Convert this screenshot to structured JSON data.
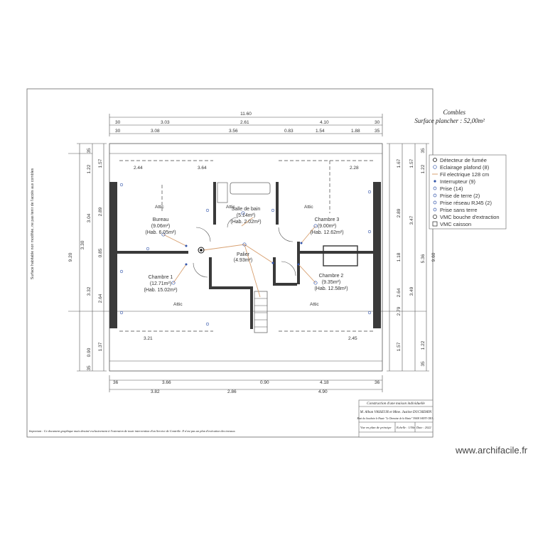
{
  "title": {
    "line1": "Combles",
    "line2": "Surface plancher : 52,00m²"
  },
  "side_note": "Surface habitable non modifiée, ne pas tenir de l'accès aux combles",
  "rooms": {
    "bureau": {
      "name": "Bureau",
      "area": "(9.06m²)",
      "hab": "(Hab. 6.05m²)"
    },
    "sdb": {
      "name": "Salle de bain",
      "area": "(5.14m²)",
      "hab": "(Hab. 2.02m²)"
    },
    "chambre3": {
      "name": "Chambre 3",
      "area": "(9.00m²)",
      "hab": "(Hab. 12.62m²)"
    },
    "palier": {
      "name": "Palier",
      "area": "(4.93m²)"
    },
    "chambre1": {
      "name": "Chambre 1",
      "area": "(12.71m²)",
      "hab": "(Hab. 15.02m²)"
    },
    "chambre2": {
      "name": "Chambre 2",
      "area": "(9.35m²)",
      "hab": "(Hab. 12.58m²)"
    }
  },
  "zone_labels": [
    "Attic",
    "Attic",
    "Attic",
    "Attic",
    "Attic"
  ],
  "dims_top": {
    "overall": "11.60",
    "row1": [
      "30",
      "3.03",
      "2.61",
      "4.10",
      "30"
    ],
    "row2": [
      "30",
      "3.08",
      "3.56",
      "0.83",
      "1.54",
      "1.88",
      "35"
    ]
  },
  "dims_bottom": {
    "row1": [
      "36",
      "3.66",
      "0.90",
      "4.18",
      "36"
    ],
    "row2": [
      "3.82",
      "2.86",
      "4.90"
    ]
  },
  "dims_left": {
    "overall": "9.20",
    "outer": [
      "35",
      "1.22",
      "1.57",
      "3.04",
      "3.30",
      "3.32",
      "1.37",
      "0.90",
      "35"
    ],
    "inner": [
      "2.89",
      "0.85",
      "2.64"
    ]
  },
  "dims_right": {
    "overall": "9.60",
    "outer": [
      "35",
      "1.22",
      "1.57",
      "3.47",
      "5.36",
      "3.49",
      "1.22",
      "35"
    ],
    "inner": [
      "1.67",
      "2.89",
      "1.18",
      "2.64",
      "2.79",
      "1.57"
    ]
  },
  "dims_interior": [
    "2.44",
    "3.64",
    "2.28",
    "3.21",
    "2.45"
  ],
  "legend": {
    "items": [
      "Détecteur de fumée",
      "Eclairage plafond (8)",
      "Fil electrique 128 cm",
      "Interrupteur (9)",
      "Prise (14)",
      "Prise de terre (2)",
      "Prise réseau RJ45 (2)",
      "Prise sans terre",
      "VMC bouche d'extraction",
      "VMC caisson"
    ]
  },
  "cartouche": {
    "project": "Construction d'une maison individuelle",
    "owners": "M. Alban VASSEUR et Mme. Justine DUCHEMIN",
    "address": "Rout du Jauchain le Haute \"Le Domaine de la Haute\" 59400 SAINT-CRO...",
    "view": "Vue en plan de principe",
    "scale": "Echelle : 1/50e",
    "date": "Date : 2022"
  },
  "footnote": "Important : Ce document graphique mais dessiné exclusivement à l'extension de toute intervention d'un Service de Contrôle. Il n'est pas un plan d'exécution des travaux.",
  "watermark": "www.archifacile.fr",
  "colors": {
    "wall": "#3a3a3a",
    "electric": "#d8a070",
    "icon": "#3355aa"
  }
}
